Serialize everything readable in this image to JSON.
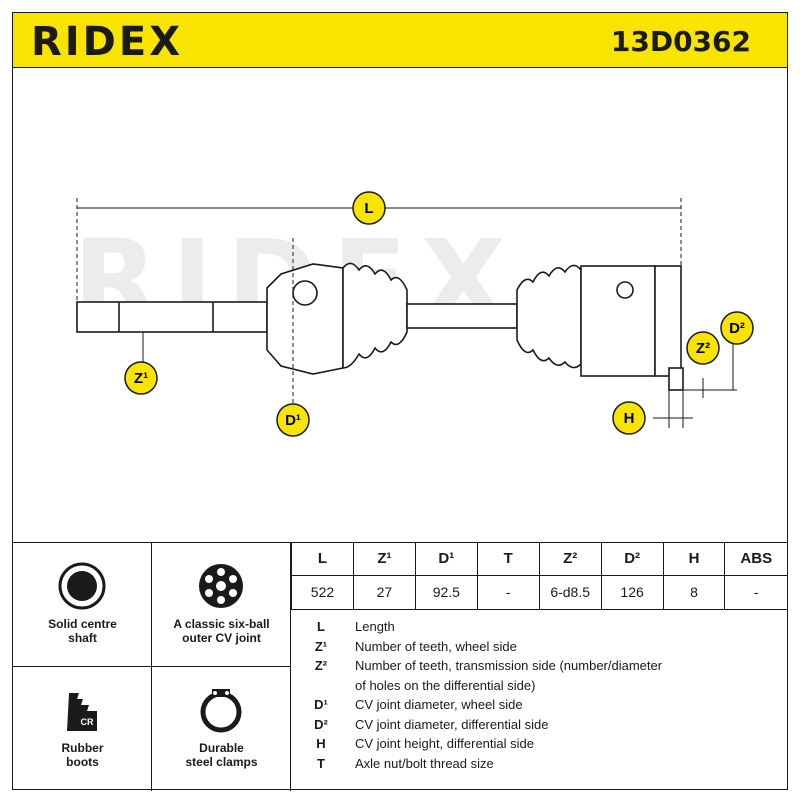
{
  "header": {
    "brand": "RIDEX",
    "part_number": "13D0362"
  },
  "drawing": {
    "watermark": "RIDEX",
    "dimension_labels": {
      "L": "L",
      "Z1": "Z¹",
      "D1": "D¹",
      "Z2": "Z²",
      "D2": "D²",
      "H": "H"
    },
    "accent_color": "#f8e400"
  },
  "features": [
    {
      "icon": "solid-shaft-icon",
      "label": "Solid centre\nshaft"
    },
    {
      "icon": "six-ball-joint-icon",
      "label": "A classic six-ball\nouter CV joint"
    },
    {
      "icon": "rubber-boot-icon",
      "label": "Rubber\nboots",
      "badge": "CR"
    },
    {
      "icon": "steel-clamp-icon",
      "label": "Durable\nsteel clamps"
    }
  ],
  "spec_table": {
    "headers": [
      "L",
      "Z¹",
      "D¹",
      "T",
      "Z²",
      "D²",
      "H",
      "ABS"
    ],
    "values": [
      "522",
      "27",
      "92.5",
      "-",
      "6-d8.5",
      "126",
      "8",
      "-"
    ]
  },
  "legend": [
    {
      "key": "L",
      "text": "Length"
    },
    {
      "key": "Z¹",
      "text": "Number of teeth, wheel side"
    },
    {
      "key": "Z²",
      "text": "Number of teeth, transmission side (number/diameter"
    },
    {
      "key": "",
      "text": "of holes on the differential side)"
    },
    {
      "key": "D¹",
      "text": "CV joint diameter, wheel side"
    },
    {
      "key": "D²",
      "text": "CV joint diameter, differential side"
    },
    {
      "key": "H",
      "text": "CV joint height, differential side"
    },
    {
      "key": "T",
      "text": "Axle nut/bolt thread size"
    }
  ]
}
